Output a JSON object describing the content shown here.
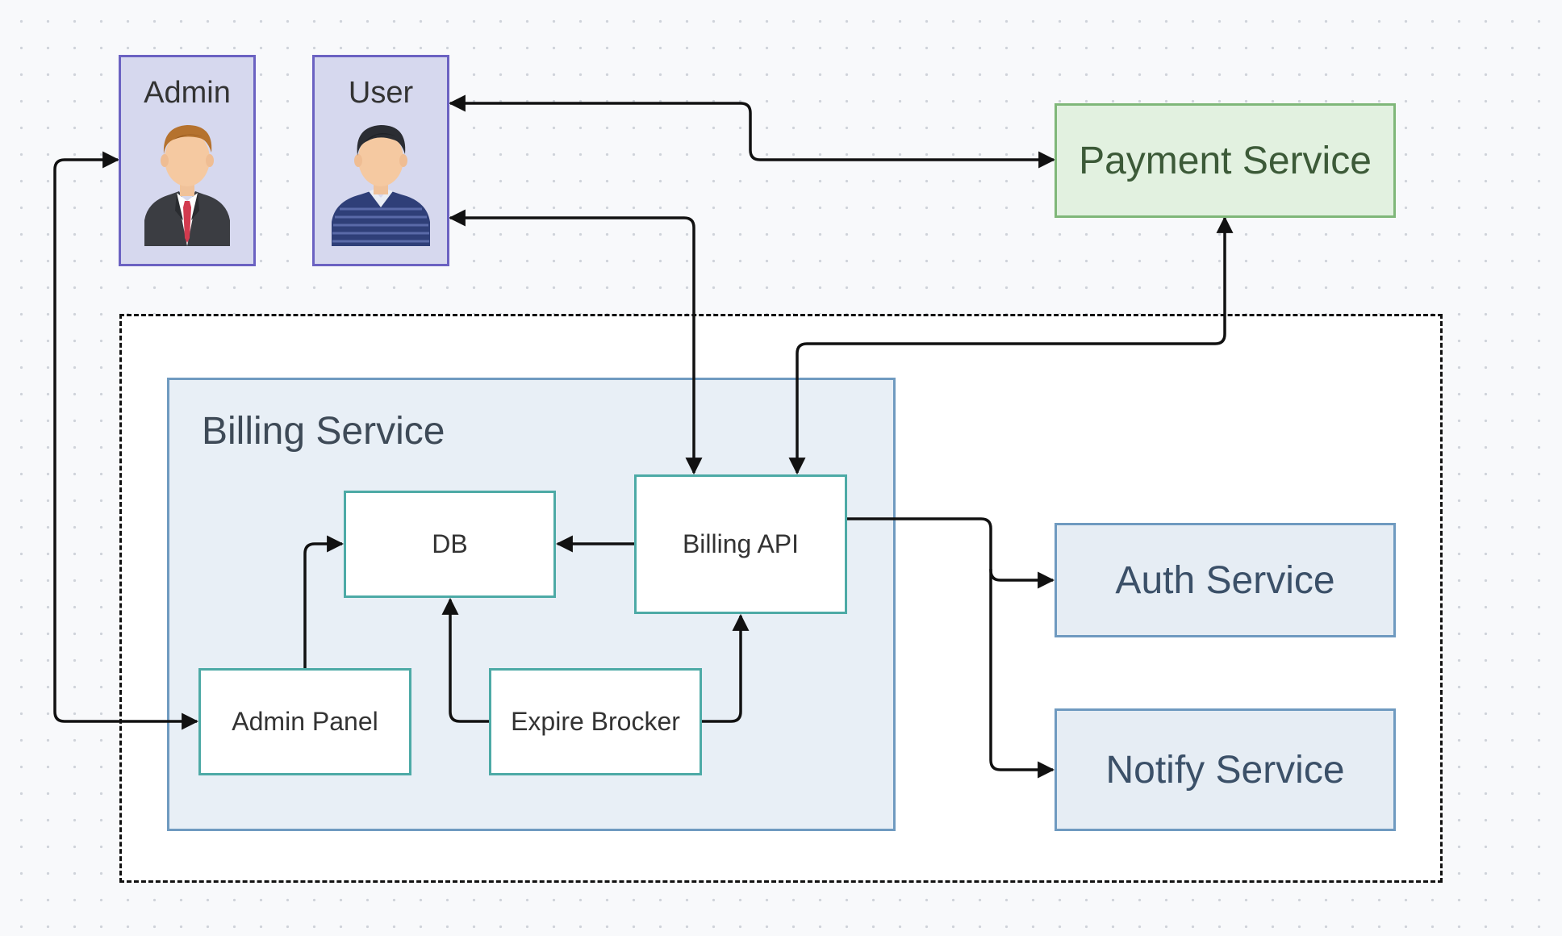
{
  "diagram": {
    "actors": {
      "admin": {
        "label": "Admin"
      },
      "user": {
        "label": "User"
      }
    },
    "billing_service": {
      "title": "Billing Service",
      "components": {
        "db": {
          "label": "DB"
        },
        "billing_api": {
          "label": "Billing API"
        },
        "admin_panel": {
          "label": "Admin Panel"
        },
        "expire_brocker": {
          "label": "Expire Brocker"
        }
      }
    },
    "external": {
      "payment_service": {
        "label": "Payment Service",
        "color": "#e2f1e0"
      },
      "auth_service": {
        "label": "Auth Service",
        "color": "#e6edf4"
      },
      "notify_service": {
        "label": "Notify Service",
        "color": "#e6edf4"
      }
    },
    "connections": [
      {
        "from": "User",
        "to": "Payment Service",
        "bidirectional": true
      },
      {
        "from": "User",
        "to": "Billing API",
        "bidirectional": true
      },
      {
        "from": "Payment Service",
        "to": "Billing API",
        "bidirectional": true
      },
      {
        "from": "Admin",
        "to": "Admin Panel",
        "bidirectional": true
      },
      {
        "from": "Billing API",
        "to": "DB"
      },
      {
        "from": "Admin Panel",
        "to": "DB"
      },
      {
        "from": "Expire Brocker",
        "to": "DB"
      },
      {
        "from": "Expire Brocker",
        "to": "Billing API"
      },
      {
        "from": "Billing API",
        "to": "Auth Service"
      },
      {
        "from": "Billing API",
        "to": "Notify Service"
      }
    ],
    "colors": {
      "actor_fill": "#d6d8ee",
      "actor_border": "#6b62c2",
      "component_border": "#4daaa6",
      "group_fill": "#e8eff6",
      "edge": "#111111"
    }
  }
}
